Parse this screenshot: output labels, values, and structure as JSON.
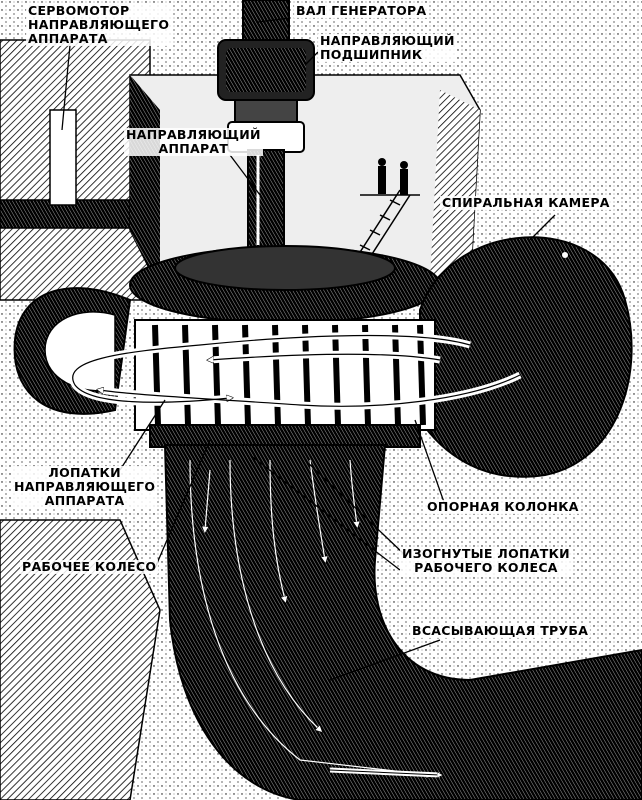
{
  "labels": {
    "servomotor": "СЕРВОМОТОР\nНАПРАВЛЯЮЩЕГО\nАППАРАТА",
    "generator_shaft": "ВАЛ ГЕНЕРАТОРА",
    "guide_bearing": "НАПРАВЛЯЮЩИЙ\nПОДШИПНИК",
    "guide_apparatus": "НАПРАВЛЯЮЩИЙ\nАППАРАТ",
    "spiral_chamber": "СПИРАЛЬНАЯ КАМЕРА",
    "guide_vanes": "ЛОПАТКИ\nНАПРАВЛЯЮЩЕГО\nАППАРАТА",
    "support_column": "ОПОРНАЯ КОЛОНКА",
    "runner": "РАБОЧЕЕ КОЛЕСО",
    "curved_blades": "ИЗОГНУТЫЕ ЛОПАТКИ\nРАБОЧЕГО КОЛЕСА",
    "draft_tube": "ВСАСЫВАЮЩАЯ ТРУБА"
  },
  "colors": {
    "ink": "#000000",
    "paper": "#ffffff",
    "flow": "#ffffff"
  }
}
